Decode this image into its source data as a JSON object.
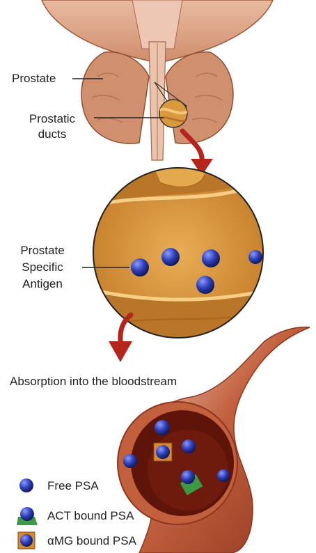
{
  "labels": {
    "prostate": "Prostate",
    "prostatic_ducts_line1": "Prostatic",
    "prostatic_ducts_line2": "ducts",
    "psa_line1": "Prostate",
    "psa_line2": "Specific",
    "psa_line3": "Antigen",
    "absorption": "Absorption into the bloodstream"
  },
  "legend": [
    {
      "label": "Free PSA",
      "icon": "free-psa-icon"
    },
    {
      "label": "ACT bound PSA",
      "icon": "act-bound-psa-icon"
    },
    {
      "label": "αMG bound PSA",
      "icon": "amg-bound-psa-icon"
    }
  ],
  "colors": {
    "tissue": "#d9a07f",
    "lobe": "#c98462",
    "duct_zoom": "#d99a3d",
    "magnified_bg": "#dc9a45",
    "vessel_outer": "#a8482b",
    "vessel_inner": "#5e1408",
    "psa_blue": "#2f3fb8",
    "act_green": "#3c9a44",
    "amg_orange": "#d98a30",
    "arrow_red": "#b5241d"
  }
}
